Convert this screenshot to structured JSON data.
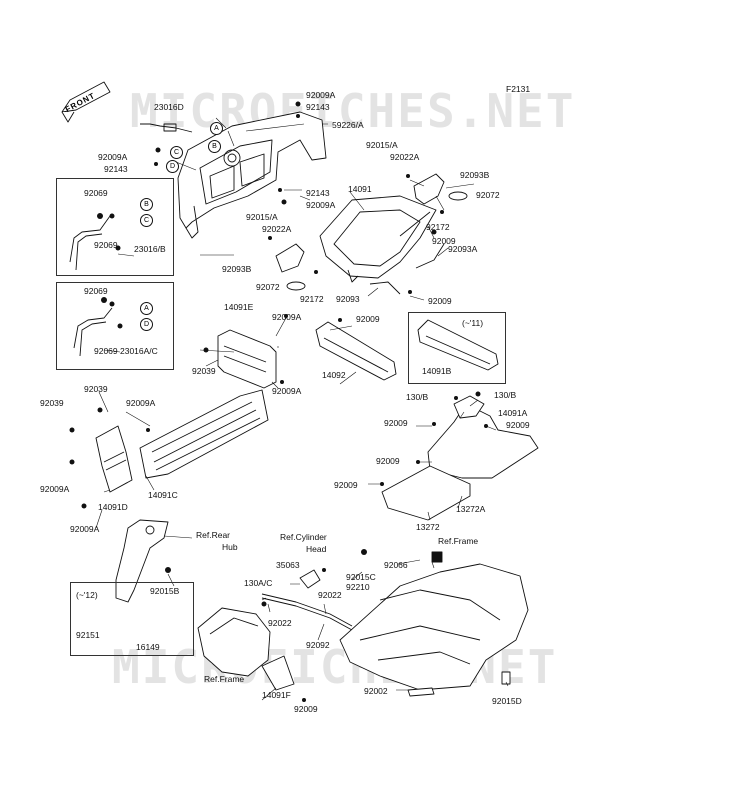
{
  "figure_code": "F2131",
  "watermarks": [
    "MICROFICHES.NET",
    "MICROFICHES.NET"
  ],
  "front_label": "FRONT",
  "callout_letters": [
    "A",
    "B",
    "C",
    "D"
  ],
  "labels": {
    "p92009A_top": "92009A",
    "p92143_top": "92143",
    "p59226A": "59226/A",
    "p23016D": "23016D",
    "p92009A_l": "92009A",
    "p92143_l": "92143",
    "p92143_m": "92143",
    "p92009A_m": "92009A",
    "p92015A_c": "92015/A",
    "p92022A_c": "92022A",
    "p92093B_c": "92093B",
    "p92072_c": "92072",
    "p92172_c": "92172",
    "p92015A_r": "92015/A",
    "p92022A_r": "92022A",
    "p92093B_r": "92093B",
    "p92072_r": "92072",
    "p14091": "14091",
    "p92172_r": "92172",
    "p92009_r1": "92009",
    "p92093A": "92093A",
    "p92093": "92093",
    "p92009_r2": "92009",
    "p92069_1": "92069",
    "p92069_2": "92069",
    "p23016B": "23016/B",
    "p92069_3": "92069",
    "p92069_4": "92069",
    "p23016AC": "23016A/C",
    "p14091E": "14091E",
    "p92009A_e": "92009A",
    "p92039_e": "92039",
    "p92009A_e2": "92009A",
    "p92009_14092": "92009",
    "p14092": "14092",
    "p11_note": "(~'11)",
    "p14091B": "14091B",
    "p92039_1": "92039",
    "p92039_2": "92039",
    "p92009A_c": "92009A",
    "p92009A_d": "92009A",
    "p14091D": "14091D",
    "p92009A_d2": "92009A",
    "p14091C": "14091C",
    "p130B_1": "130/B",
    "p130B_2": "130/B",
    "p14091A": "14091A",
    "p92009_s1": "92009",
    "p92009_s2": "92009",
    "p92009_s3": "92009",
    "p92009_s4": "92009",
    "p13272A": "13272A",
    "p13272": "13272",
    "ref_rear_hub_1": "Ref.Rear",
    "ref_rear_hub_2": "Hub",
    "ref_cyl_1": "Ref.Cylinder",
    "ref_cyl_2": "Head",
    "p35063": "35063",
    "p92015C": "92015C",
    "p92210": "92210",
    "p92066": "92066",
    "ref_frame_r": "Ref.Frame",
    "p130AC": "130A/C",
    "p92022_1": "92022",
    "p92022_2": "92022",
    "p92092": "92092",
    "p12_note": "(~'12)",
    "p92015B": "92015B",
    "p92151": "92151",
    "p16149": "16149",
    "ref_frame_l": "Ref.Frame",
    "p14091F": "14091F",
    "p92009_f": "92009",
    "p92002": "92002",
    "p92015D": "92015D"
  }
}
